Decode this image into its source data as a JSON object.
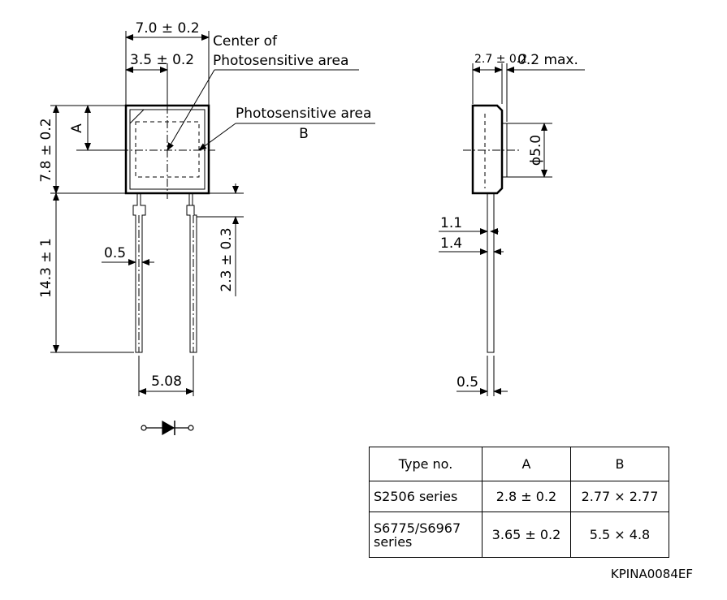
{
  "front_view": {
    "width_label": "7.0 ± 0.2",
    "half_width_label": "3.5 ± 0.2",
    "center_label_line1": "Center of",
    "center_label_line2": "Photosensitive area",
    "area_label": "Photosensitive area",
    "area_label_b": "B",
    "height_label": "7.8 ± 0.2",
    "a_label": "A",
    "lead_length_label": "14.3 ± 1",
    "lead_width_label": "0.5",
    "standoff_label": "2.3 ± 0.3",
    "pitch_label": "5.08"
  },
  "side_view": {
    "thickness_label": "2.7 ± 0.2",
    "window_label": "0.2 max.",
    "diameter_label": "ϕ5.0",
    "dim_1_1": "1.1",
    "dim_1_4": "1.4",
    "lead_width_label": "0.5"
  },
  "table": {
    "headers": [
      "Type no.",
      "A",
      "B"
    ],
    "rows": [
      {
        "type": "S2506 series",
        "a": "2.8 ± 0.2",
        "b": "2.77 × 2.77"
      },
      {
        "type": "S6775/S6967 series",
        "a": "3.65 ± 0.2",
        "b": "5.5 × 4.8"
      }
    ]
  },
  "drawing_code": "KPINA0084EF"
}
